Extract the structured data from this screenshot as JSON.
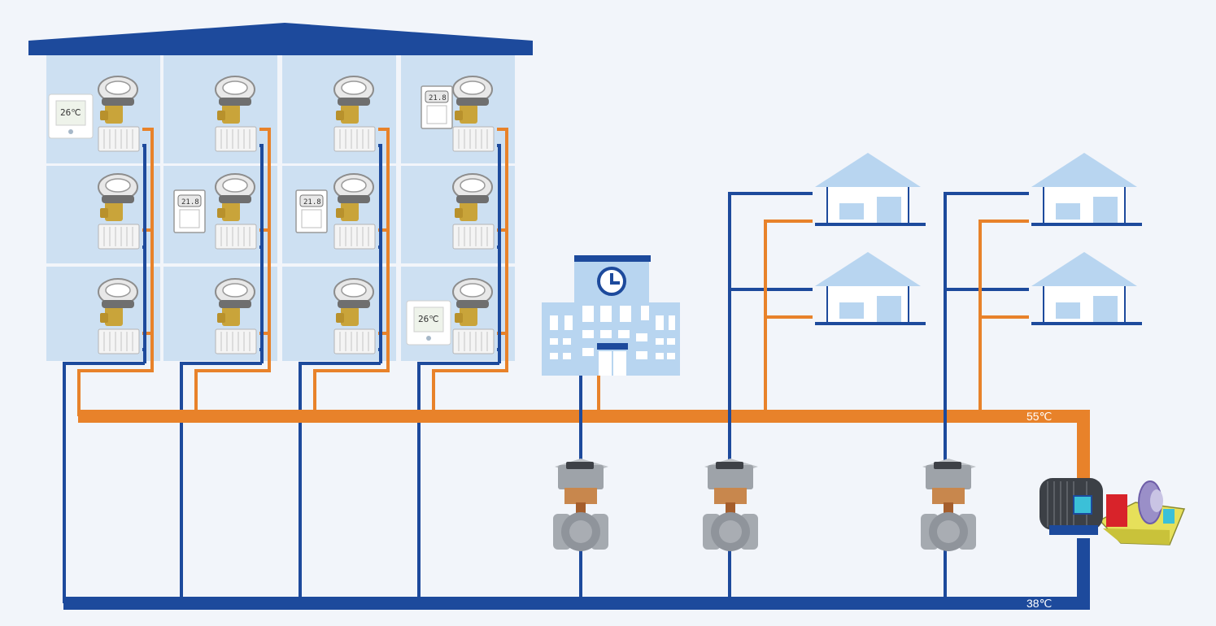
{
  "supply_temperature": "55℃",
  "return_temperature": "38℃",
  "colors": {
    "background": "#f2f5fa",
    "supply_pipe": "#e8822a",
    "return_pipe": "#1d4a9c",
    "room_fill": "#cde0f2",
    "roof": "#1d4a9c",
    "house_fill": "#b8d5f0",
    "valve_body": "#9aa0a8",
    "valve_actuator_brass": "#c8874d"
  },
  "building": {
    "rows": 3,
    "columns": 4,
    "thermostat_display_large": "26℃",
    "thermostat_display_small": "21.8"
  },
  "icons": {
    "thermostat": "room-thermostat-icon",
    "radiator_valve": "radiator-valve-icon",
    "radiator": "radiator-icon",
    "school": "school-building-icon",
    "clock": "clock-icon",
    "house": "house-icon",
    "control_valve": "motorized-ball-valve-icon",
    "pump": "motor-pump-icon"
  }
}
